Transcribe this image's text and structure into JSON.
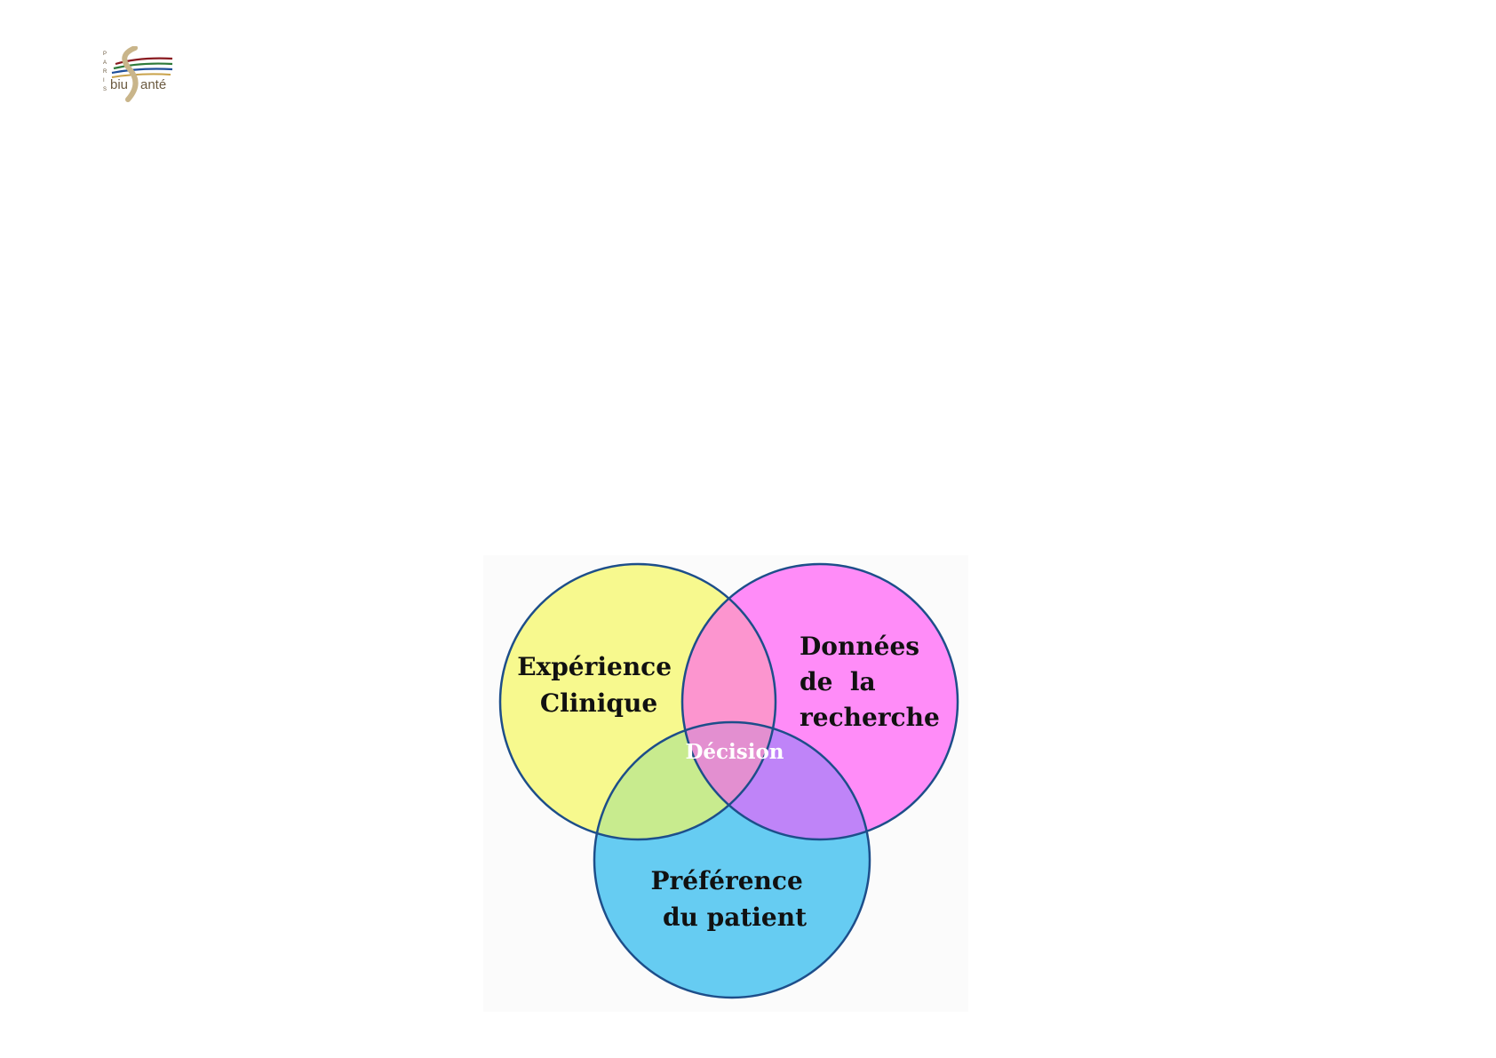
{
  "logo": {
    "city_letters": [
      "P",
      "A",
      "R",
      "I",
      "S"
    ],
    "word_left": "biu",
    "word_right": "anté"
  },
  "diagram": {
    "circles": [
      {
        "key": "clinical",
        "lines": [
          "Expérience",
          "Clinique"
        ],
        "color": "#f7f98e"
      },
      {
        "key": "research",
        "lines": [
          "Données",
          "de  la",
          "recherche"
        ],
        "color": "#ff8cf8"
      },
      {
        "key": "patient",
        "lines": [
          "Préférence",
          "du patient"
        ],
        "color": "#66ccf2"
      }
    ],
    "overlap_colors": {
      "clinical_research": "#fc95cf",
      "clinical_patient": "#c8eb8e",
      "research_patient": "#bf84f8",
      "all_three": "#e38fd0"
    },
    "outline_color": "#1d4e8a",
    "center_label": "Décision"
  }
}
